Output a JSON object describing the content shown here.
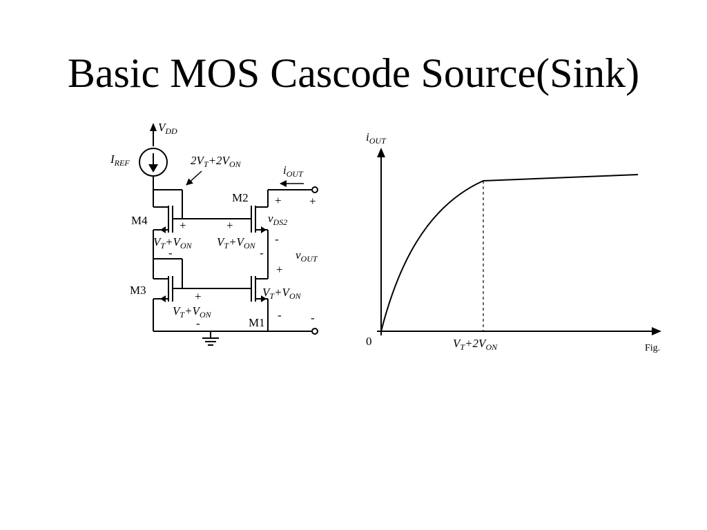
{
  "slide": {
    "title": "Basic MOS Cascode Source(Sink)"
  },
  "circuit": {
    "vdd": {
      "main": "V",
      "sub": "DD"
    },
    "iref": {
      "main": "I",
      "sub": "REF"
    },
    "bias_node": {
      "pre": "2V",
      "sub1": "T",
      "mid": "+2V",
      "sub2": "ON"
    },
    "iout": {
      "main": "i",
      "sub": "OUT"
    },
    "m1": "M1",
    "m2": "M2",
    "m3": "M3",
    "m4": "M4",
    "vds2": {
      "main": "v",
      "sub": "DS2"
    },
    "vout": {
      "main": "v",
      "sub": "OUT"
    },
    "vt_von": {
      "main": "V",
      "sub1": "T",
      "mid": "+V",
      "sub2": "ON"
    },
    "plus": "+",
    "minus": "-"
  },
  "graph": {
    "y_label": {
      "main": "i",
      "sub": "OUT"
    },
    "origin": "0",
    "x_marker": {
      "main": "V",
      "sub1": "T",
      "mid": "+2V",
      "sub2": "ON"
    },
    "fig_label": "Fig."
  }
}
